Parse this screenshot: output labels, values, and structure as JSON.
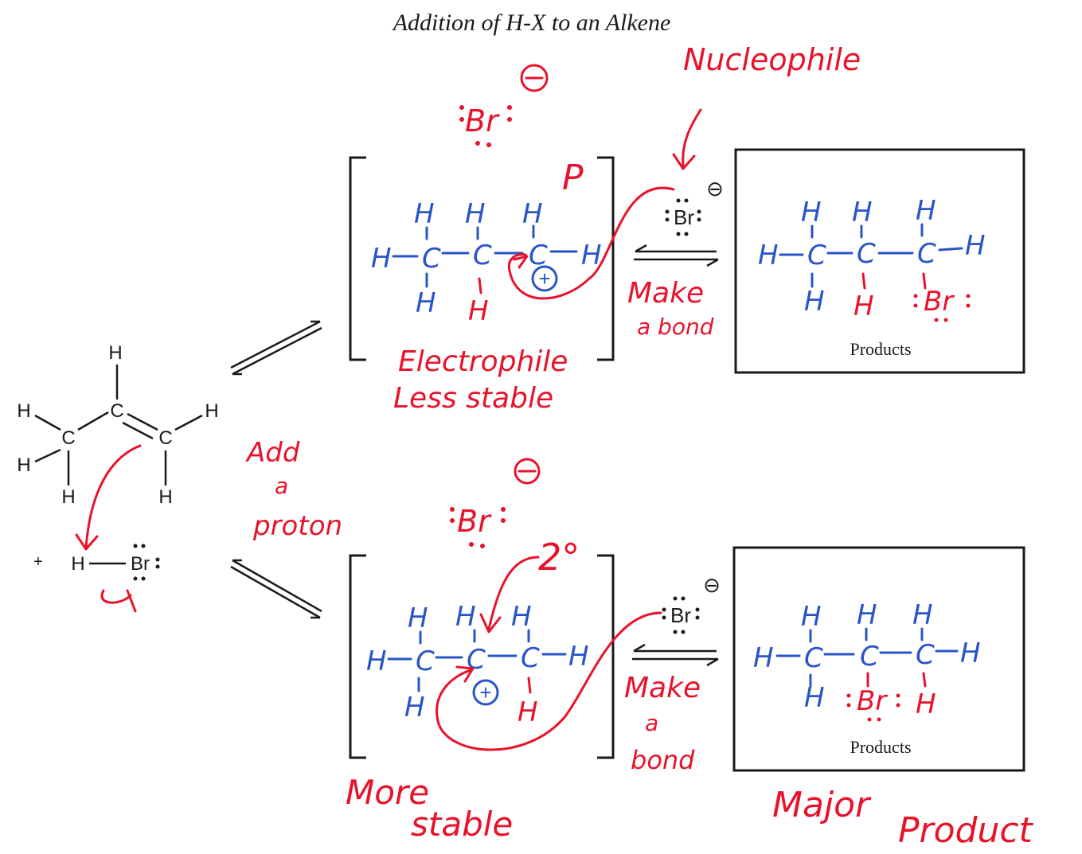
{
  "title": "Addition of H-X to an Alkene",
  "reactant": {
    "atoms": {
      "h": "H",
      "c": "C"
    },
    "reagent": {
      "plus": "+",
      "h": "H",
      "br": "Br"
    }
  },
  "annotations": {
    "add_proton": [
      "Add",
      "a",
      "proton"
    ],
    "nucleophile": "Nucleophile",
    "p_mark": "P",
    "electrophile": "Electrophile",
    "less_stable": "Less stable",
    "more_stable": [
      "More",
      "stable"
    ],
    "degree": "2°",
    "make_bond_top": [
      "Make",
      "a bond"
    ],
    "make_bond_bottom": [
      "Make",
      "a",
      "bond"
    ],
    "major_product": [
      "Major",
      "Product"
    ],
    "minus": "⊖",
    "plus_charge": "+"
  },
  "nucleophile_label": "Br",
  "products_label": "Products",
  "top_intermediate": {
    "atoms": {
      "h": "H",
      "c": "C"
    }
  },
  "bottom_intermediate": {
    "atoms": {
      "h": "H",
      "c": "C"
    }
  },
  "top_product": {
    "br": "Br"
  },
  "bottom_product": {
    "br": "Br"
  }
}
